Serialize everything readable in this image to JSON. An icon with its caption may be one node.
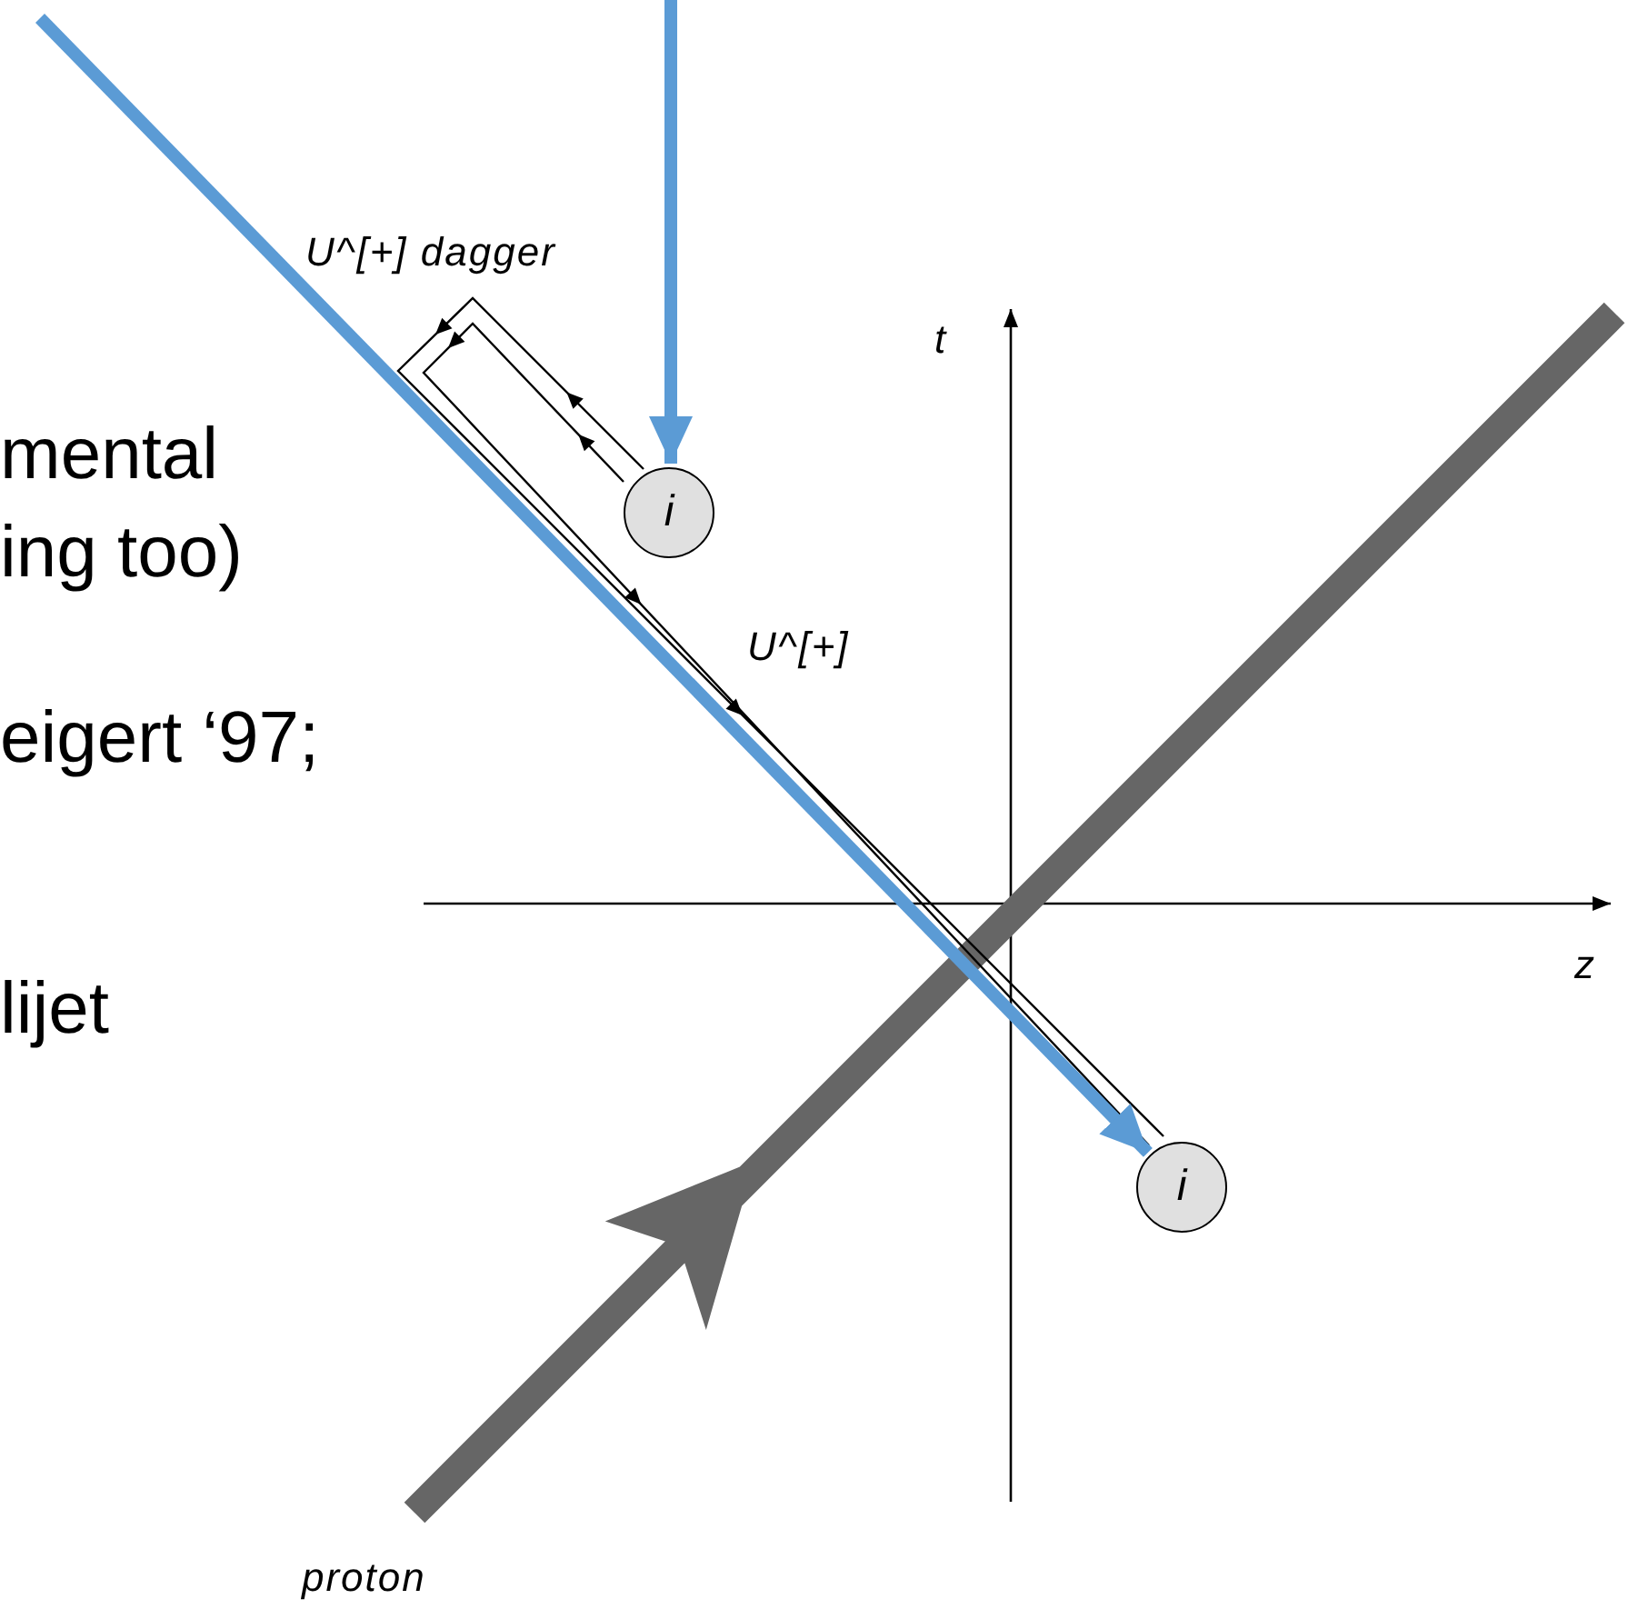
{
  "diagram": {
    "nodes": [
      {
        "text": [
          "i"
        ]
      },
      {
        "text": [
          "i"
        ]
      }
    ],
    "edges": [
      {
        "from": 0,
        "to": 1,
        "arrow": "to"
      },
      {
        "from": 0,
        "to": 1,
        "arrow": "to"
      },
      {
        "from": null,
        "to": 0,
        "arrow": "to",
        "style": "thick",
        "color": "#5b9bd5"
      },
      {
        "from": null,
        "to": 1,
        "arrow": "to",
        "style": "thick",
        "color": "#5b9bd5"
      }
    ],
    "labels": [
      "U^[+] dagger",
      "t",
      "mental",
      "ing too)",
      "U^[+]",
      "eigert ‘97;",
      "z",
      "lijet",
      "proton"
    ]
  }
}
